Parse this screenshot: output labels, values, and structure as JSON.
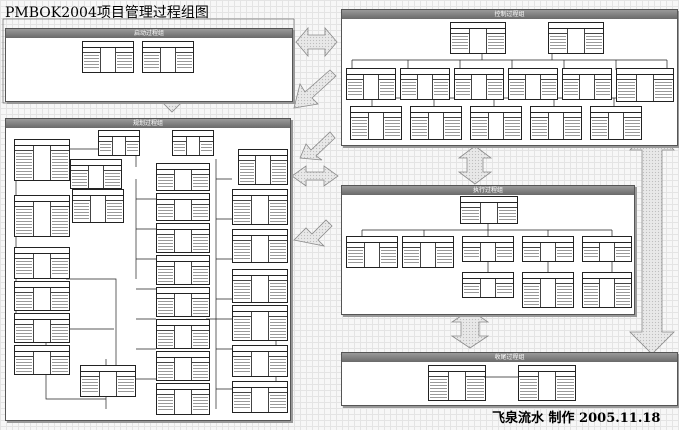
{
  "title": "PMBOK2004项目管理过程组图",
  "footer": "飞泉流水   制作 2005.11.18",
  "colors": {
    "arrow_fill": "#e2e2e2",
    "arrow_stroke": "#8a8a8a",
    "header": "#7a7a7a"
  },
  "groups": {
    "initiating": "启动过程组",
    "planning": "规划过程组",
    "controlling": "控制过程组",
    "executing": "执行过程组",
    "closing": "收尾过程组"
  },
  "icons": [
    "double-arrow-icon"
  ]
}
